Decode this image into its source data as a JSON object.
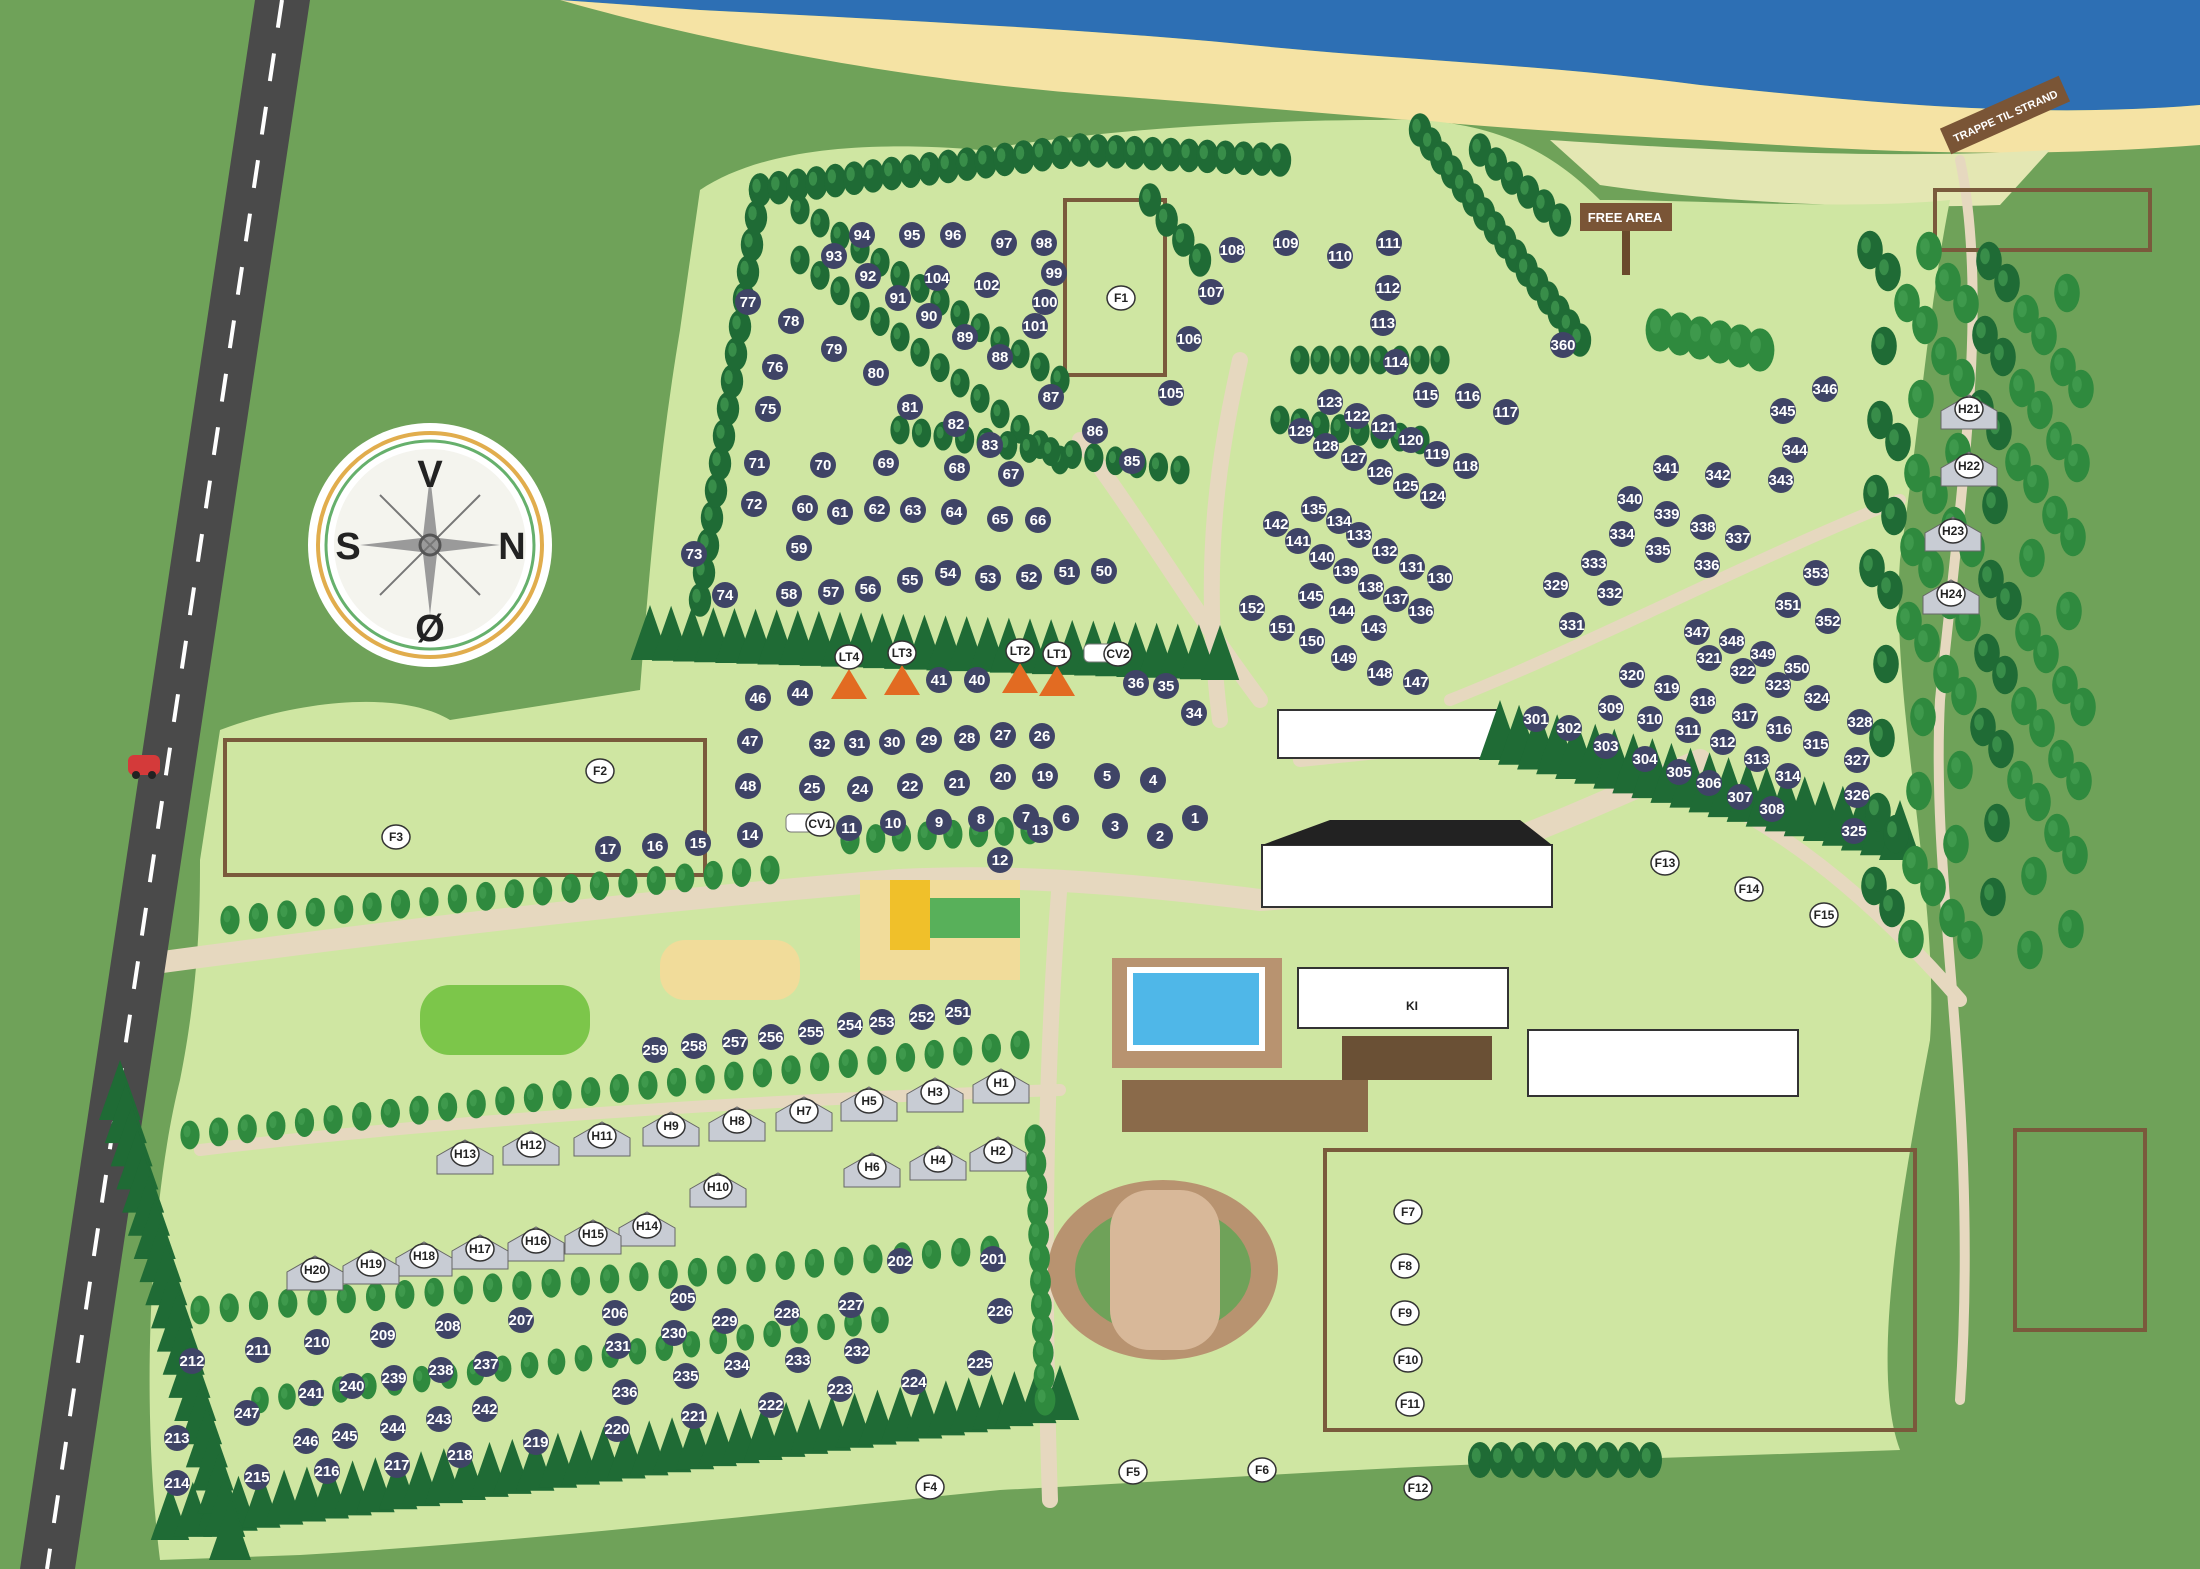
{
  "compass": {
    "north": "N",
    "south": "S",
    "east": "Ø",
    "west": "V"
  },
  "signs": {
    "free_area": "FREE AREA",
    "beach_stairs": "TRAPPE TIL STRAND"
  },
  "colors": {
    "pitch": "#3f4466",
    "grass": "#cfe6a2",
    "field": "#6fa259",
    "path": "#e6d8bf",
    "sea": "#2d6fb4",
    "sand": "#f5e3a4",
    "fence": "#7a5a3c",
    "tree_dark": "#1f6b35",
    "tree_mid": "#2f8a3e"
  },
  "pitches": [
    "1",
    "2",
    "3",
    "4",
    "5",
    "6",
    "7",
    "8",
    "9",
    "10",
    "11",
    "12",
    "13",
    "14",
    "15",
    "16",
    "17",
    "19",
    "20",
    "21",
    "22",
    "24",
    "25",
    "26",
    "27",
    "28",
    "29",
    "30",
    "31",
    "32",
    "34",
    "35",
    "36",
    "40",
    "41",
    "44",
    "46",
    "47",
    "48",
    "50",
    "51",
    "52",
    "53",
    "54",
    "55",
    "56",
    "57",
    "58",
    "59",
    "60",
    "61",
    "62",
    "63",
    "64",
    "65",
    "66",
    "67",
    "68",
    "69",
    "70",
    "71",
    "72",
    "73",
    "74",
    "75",
    "76",
    "77",
    "78",
    "79",
    "80",
    "81",
    "82",
    "83",
    "85",
    "86",
    "87",
    "88",
    "89",
    "90",
    "91",
    "92",
    "93",
    "94",
    "95",
    "96",
    "97",
    "98",
    "99",
    "100",
    "101",
    "102",
    "104",
    "105",
    "106",
    "107",
    "108",
    "109",
    "110",
    "111",
    "112",
    "113",
    "114",
    "115",
    "116",
    "117",
    "118",
    "119",
    "120",
    "121",
    "122",
    "123",
    "124",
    "125",
    "126",
    "127",
    "128",
    "129",
    "130",
    "131",
    "132",
    "133",
    "134",
    "135",
    "136",
    "137",
    "138",
    "139",
    "140",
    "141",
    "142",
    "143",
    "144",
    "145",
    "147",
    "148",
    "149",
    "150",
    "151",
    "152",
    "201",
    "202",
    "205",
    "206",
    "207",
    "208",
    "209",
    "210",
    "211",
    "212",
    "213",
    "214",
    "215",
    "216",
    "217",
    "218",
    "219",
    "220",
    "221",
    "222",
    "223",
    "224",
    "225",
    "226",
    "227",
    "228",
    "229",
    "230",
    "231",
    "232",
    "233",
    "234",
    "235",
    "236",
    "237",
    "238",
    "239",
    "240",
    "241",
    "242",
    "243",
    "244",
    "245",
    "246",
    "247",
    "251",
    "252",
    "253",
    "254",
    "255",
    "256",
    "257",
    "258",
    "259",
    "301",
    "302",
    "303",
    "304",
    "305",
    "306",
    "307",
    "308",
    "309",
    "310",
    "311",
    "312",
    "313",
    "314",
    "315",
    "316",
    "317",
    "318",
    "319",
    "320",
    "321",
    "322",
    "323",
    "324",
    "325",
    "326",
    "327",
    "328",
    "329",
    "331",
    "332",
    "333",
    "334",
    "335",
    "336",
    "337",
    "338",
    "339",
    "340",
    "341",
    "342",
    "343",
    "344",
    "345",
    "346",
    "347",
    "348",
    "349",
    "350",
    "351",
    "352",
    "353",
    "360"
  ],
  "paddocks": [
    "F1",
    "F2",
    "F3",
    "F4",
    "F5",
    "F6",
    "F7",
    "F8",
    "F9",
    "F10",
    "F11",
    "F12",
    "F13",
    "F14",
    "F15"
  ],
  "cabins": [
    "H1",
    "H2",
    "H3",
    "H4",
    "H5",
    "H6",
    "H7",
    "H8",
    "H9",
    "H10",
    "H11",
    "H12",
    "H13",
    "H14",
    "H15",
    "H16",
    "H17",
    "H18",
    "H19",
    "H20",
    "H21",
    "H22",
    "H23",
    "H24"
  ],
  "tents": [
    "LT1",
    "LT2",
    "LT3",
    "LT4"
  ],
  "caravans": [
    "CV1",
    "CV2"
  ],
  "kiosk": "KI"
}
